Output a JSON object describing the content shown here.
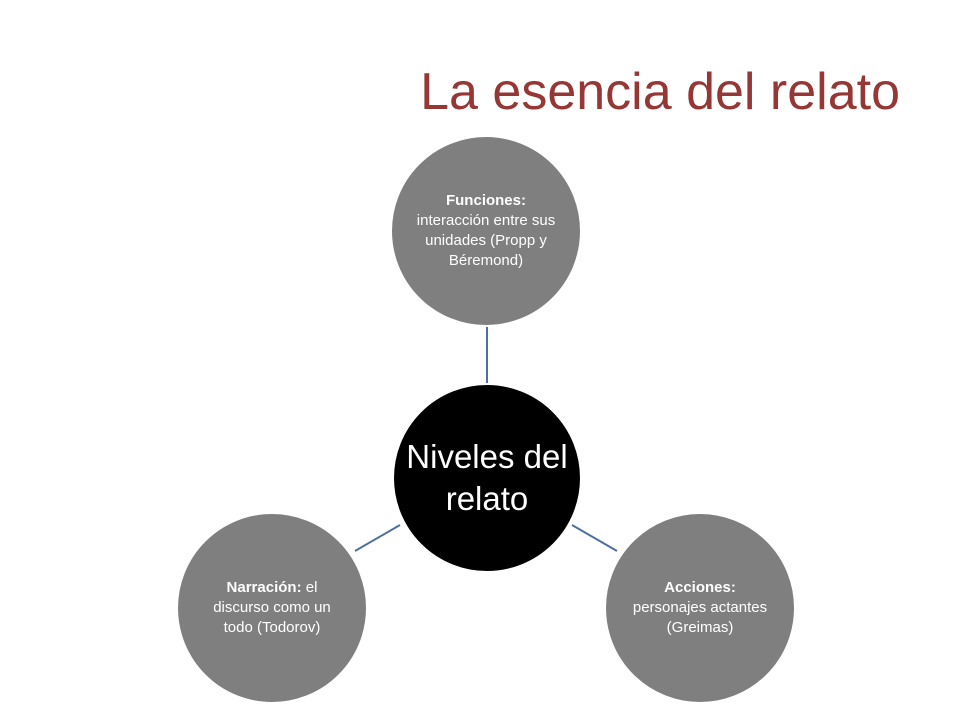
{
  "slide": {
    "title": "La esencia del relato"
  },
  "diagram": {
    "center": {
      "label": "Niveles del relato"
    },
    "nodes": [
      {
        "term": "Funciones:",
        "description": "interacción entre sus unidades (Propp y Béremond)"
      },
      {
        "term": "Narración:",
        "description": "el discurso como un todo (Todorov)"
      },
      {
        "term": "Acciones:",
        "description": "personajes actantes (Greimas)"
      }
    ]
  },
  "colors": {
    "title": "#953735",
    "center_fill": "#000000",
    "node_fill": "#7f7f7f",
    "connector": "#4f6f9f",
    "text_on_node": "#ffffff"
  }
}
